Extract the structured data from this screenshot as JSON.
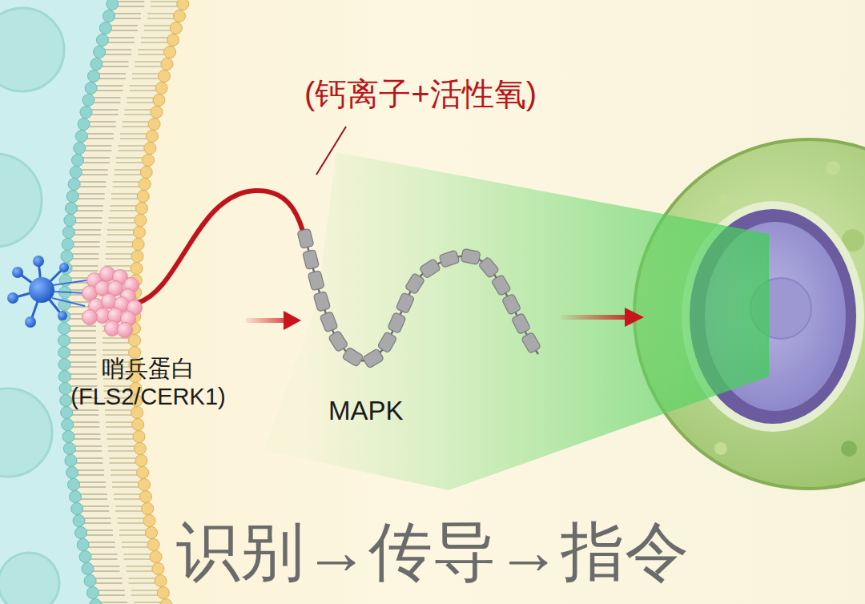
{
  "diagram": {
    "caption": "识别→传导→指令",
    "nodes": [
      {
        "text": [
          "哨兵蛋白 (FLS2/CERK1)"
        ]
      },
      {
        "text": [
          "MAPK"
        ]
      }
    ],
    "edges": [
      {
        "from": 0,
        "to": 1,
        "arrow": "to"
      }
    ],
    "labels": [
      "(钙离子+活性氧)"
    ]
  }
}
